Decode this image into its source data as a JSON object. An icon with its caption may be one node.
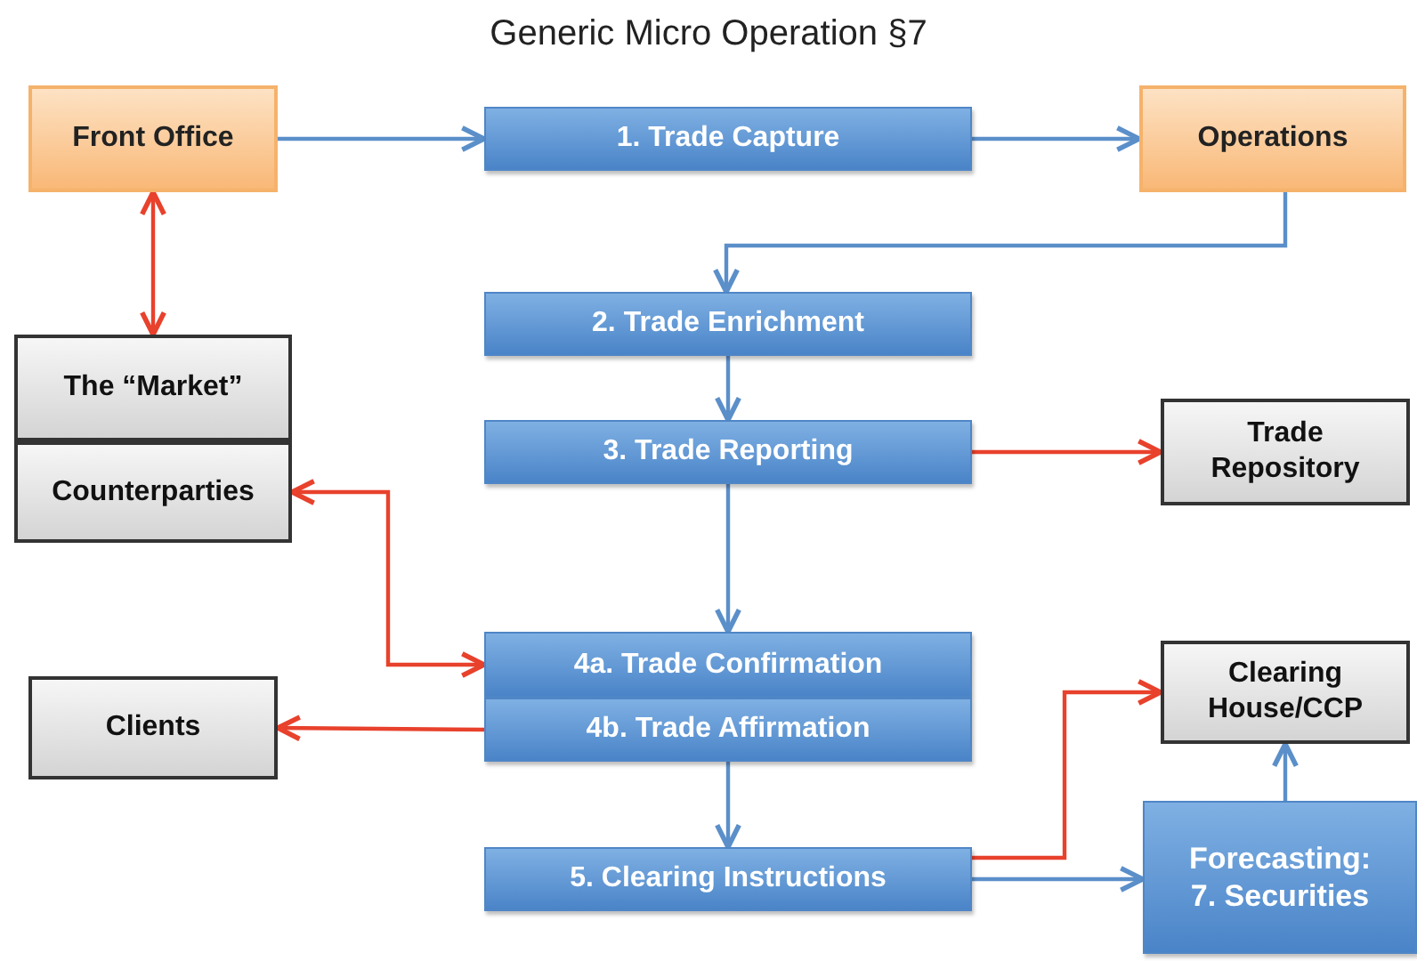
{
  "diagram": {
    "title": "Generic Micro Operation §7",
    "nodes": [
      {
        "text": [
          "Front Office"
        ]
      },
      {
        "text": [
          "1. Trade Capture"
        ]
      },
      {
        "text": [
          "Operations"
        ]
      },
      {
        "text": [
          "2. Trade Enrichment"
        ]
      },
      {
        "text": [
          "3. Trade Reporting"
        ]
      },
      {
        "text": [
          "Trade Repository"
        ]
      },
      {
        "text": [
          "The “Market”"
        ]
      },
      {
        "text": [
          "Counterparties"
        ]
      },
      {
        "text": [
          "4a. Trade Confirmation"
        ]
      },
      {
        "text": [
          "4b. Trade Affirmation"
        ]
      },
      {
        "text": [
          "Clients"
        ]
      },
      {
        "text": [
          "Clearing House/CCP"
        ]
      },
      {
        "text": [
          "5. Clearing Instructions"
        ]
      },
      {
        "text": [
          "Forecasting: 7. Securities"
        ]
      }
    ],
    "edges": [
      {
        "from": 0,
        "to": 1,
        "arrow": "to"
      },
      {
        "from": 1,
        "to": 2,
        "arrow": "to"
      },
      {
        "from": 2,
        "to": 3,
        "arrow": "to"
      },
      {
        "from": 3,
        "to": 4,
        "arrow": "to"
      },
      {
        "from": 4,
        "to": 5,
        "arrow": "to",
        "color": "#e8412c"
      },
      {
        "from": 0,
        "to": 6,
        "arrow": "both",
        "color": "#e8412c"
      },
      {
        "from": 7,
        "to": 8,
        "arrow": "both",
        "color": "#e8412c"
      },
      {
        "from": 4,
        "to": 8,
        "arrow": "to"
      },
      {
        "from": 9,
        "to": 10,
        "arrow": "to",
        "color": "#e8412c"
      },
      {
        "from": 9,
        "to": 12,
        "arrow": "to"
      },
      {
        "from": 12,
        "to": 11,
        "arrow": "to",
        "color": "#e8412c"
      },
      {
        "from": 12,
        "to": 13,
        "arrow": "to"
      },
      {
        "from": 13,
        "to": 11,
        "arrow": "to"
      }
    ]
  }
}
